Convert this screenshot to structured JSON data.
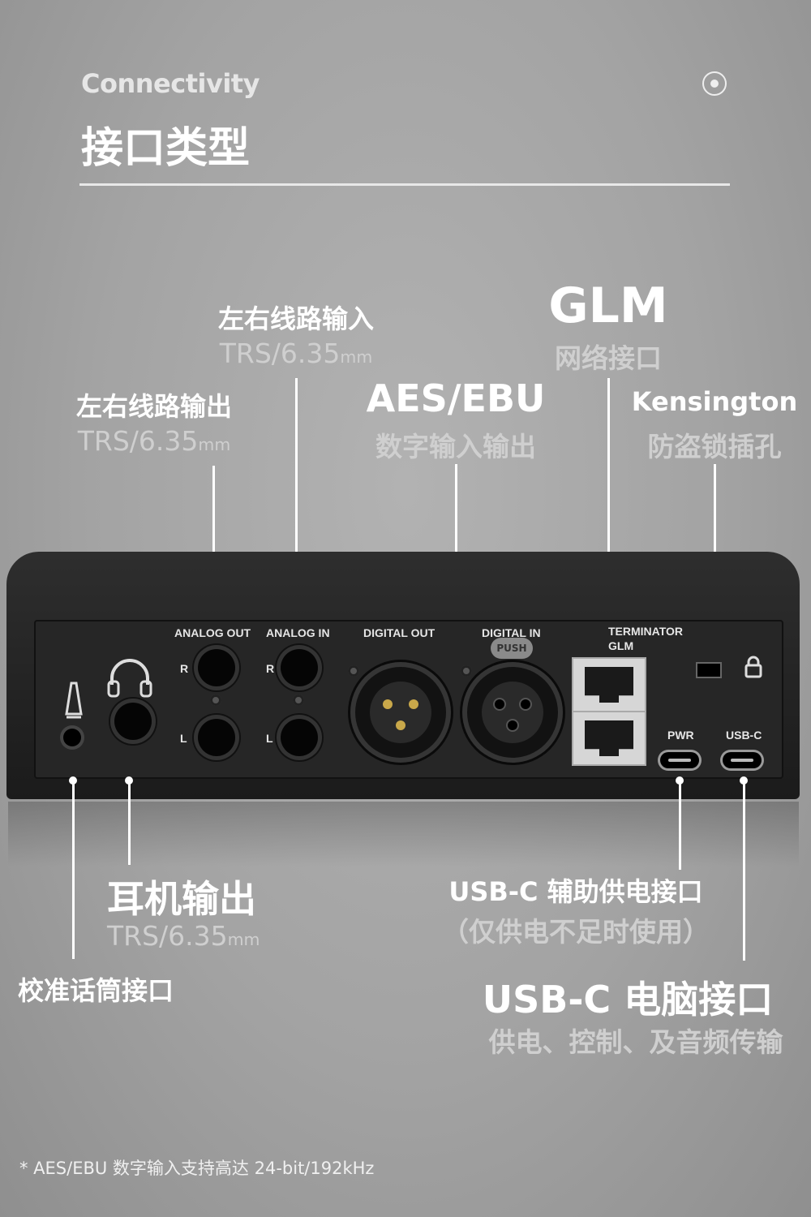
{
  "header": {
    "eyebrow": "Connectivity",
    "title": "接口类型"
  },
  "callouts": {
    "line_in": {
      "title": "左右线路输入",
      "spec": "TRS/6.35",
      "unit": "mm"
    },
    "line_out": {
      "title": "左右线路输出",
      "spec": "TRS/6.35",
      "unit": "mm"
    },
    "aes": {
      "title": "AES/EBU",
      "spec": "数字输入输出"
    },
    "glm": {
      "title": "GLM",
      "spec": "网络接口"
    },
    "kensington": {
      "title": "Kensington",
      "spec": "防盗锁插孔"
    },
    "headphone": {
      "title": "耳机输出",
      "spec": "TRS/6.35",
      "unit": "mm"
    },
    "mic": {
      "title": "校准话筒接口"
    },
    "usb_aux": {
      "title": "USB-C 辅助供电接口",
      "spec": "（仅供电不足时使用）"
    },
    "usb_pc": {
      "title": "USB-C 电脑接口",
      "spec": "供电、控制、及音频传输"
    }
  },
  "device_labels": {
    "analog_out": "ANALOG OUT",
    "analog_in": "ANALOG IN",
    "digital_out": "DIGITAL OUT",
    "digital_in": "DIGITAL IN",
    "terminator": "TERMINATOR",
    "glm": "GLM",
    "pwr": "PWR",
    "usb_c": "USB-C",
    "r": "R",
    "l": "L",
    "push": "PUSH"
  },
  "footnote": "* AES/EBU 数字输入支持高达 24-bit/192kHz"
}
